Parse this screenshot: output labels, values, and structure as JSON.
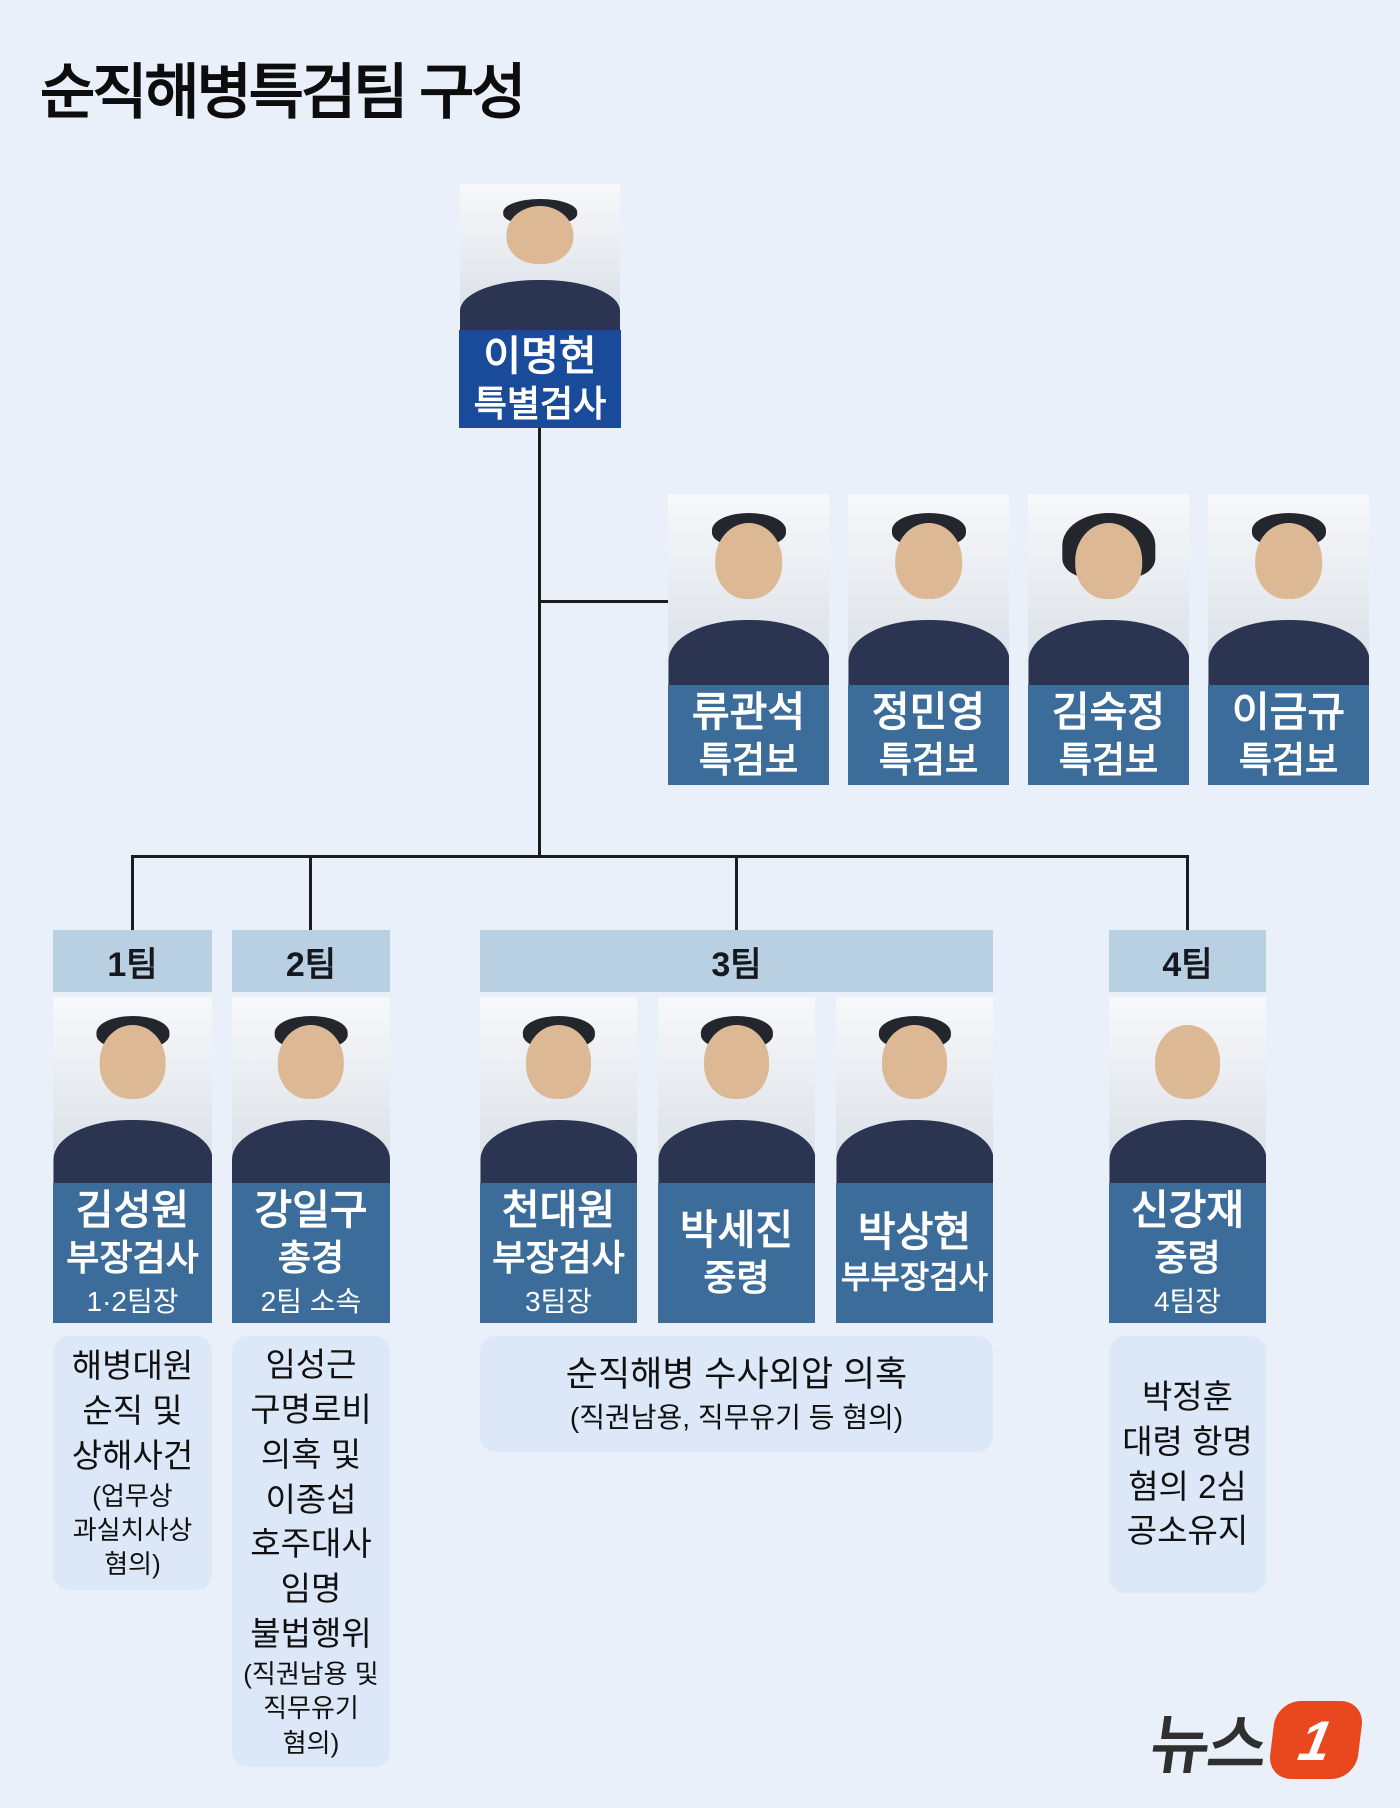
{
  "title": "순직해병특검팀 구성",
  "colors": {
    "background": "#eaf0f9",
    "chief_label": "#1a4b9a",
    "member_label": "#3c6c99",
    "team_header": "#b9cfe2",
    "case_box": "#dce8f7",
    "connector": "#1c1c1c",
    "logo_badge": "#e9481f"
  },
  "chief": {
    "name": "이명현",
    "role": "특별검사"
  },
  "deputies": [
    {
      "name": "류관석",
      "role": "특검보"
    },
    {
      "name": "정민영",
      "role": "특검보"
    },
    {
      "name": "김숙정",
      "role": "특검보"
    },
    {
      "name": "이금규",
      "role": "특검보"
    }
  ],
  "teams": [
    {
      "label": "1팀",
      "members": [
        {
          "name": "김성원",
          "role": "부장검사",
          "sub": "1·2팀장"
        }
      ],
      "case_big": "해병대원\n순직 및\n상해사건",
      "case_small": "(업무상\n과실치사상\n혐의)"
    },
    {
      "label": "2팀",
      "members": [
        {
          "name": "강일구",
          "role": "총경",
          "sub": "2팀 소속"
        }
      ],
      "case_big": "임성근\n구명로비\n의혹 및\n이종섭\n호주대사\n임명\n불법행위",
      "case_small": "(직권남용 및\n직무유기\n혐의)"
    },
    {
      "label": "3팀",
      "members": [
        {
          "name": "천대원",
          "role": "부장검사",
          "sub": "3팀장"
        },
        {
          "name": "박세진",
          "role": "중령"
        },
        {
          "name": "박상현",
          "role": "부부장검사"
        }
      ],
      "case_big": "순직해병 수사외압 의혹",
      "case_small": "(직권남용, 직무유기 등 혐의)"
    },
    {
      "label": "4팀",
      "members": [
        {
          "name": "신강재",
          "role": "중령",
          "sub": "4팀장"
        }
      ],
      "case_big": "박정훈\n대령 항명\n혐의 2심\n공소유지",
      "case_small": ""
    }
  ],
  "logo": {
    "text": "뉴스",
    "badge": "1"
  }
}
